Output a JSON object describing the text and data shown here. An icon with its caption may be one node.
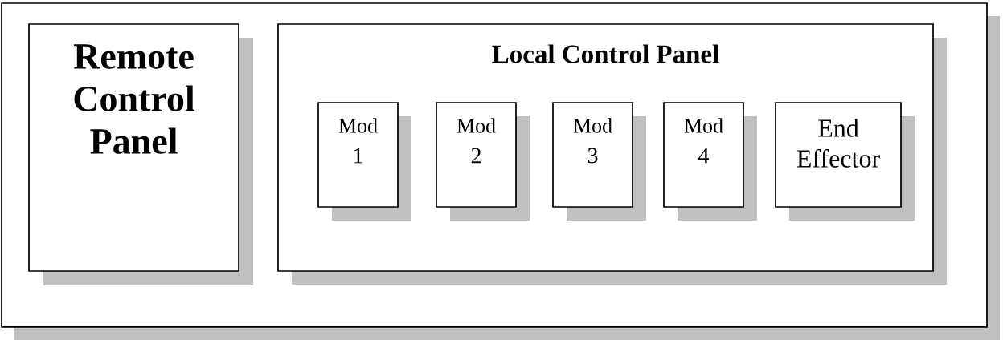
{
  "diagram": {
    "nodes": [
      {
        "text": [],
        "shape": "box"
      },
      {
        "text": [
          "Remote Control Panel"
        ],
        "in": 0
      },
      {
        "text": [
          "Local Control Panel"
        ],
        "in": 0
      },
      {
        "text": [
          "Mod",
          "1"
        ],
        "in": 2
      },
      {
        "text": [
          "Mod",
          "2"
        ],
        "in": 2
      },
      {
        "text": [
          "Mod",
          "3"
        ],
        "in": 2
      },
      {
        "text": [
          "Mod",
          "4"
        ],
        "in": 2
      },
      {
        "text": [
          "End Effector"
        ],
        "in": 2
      }
    ]
  }
}
